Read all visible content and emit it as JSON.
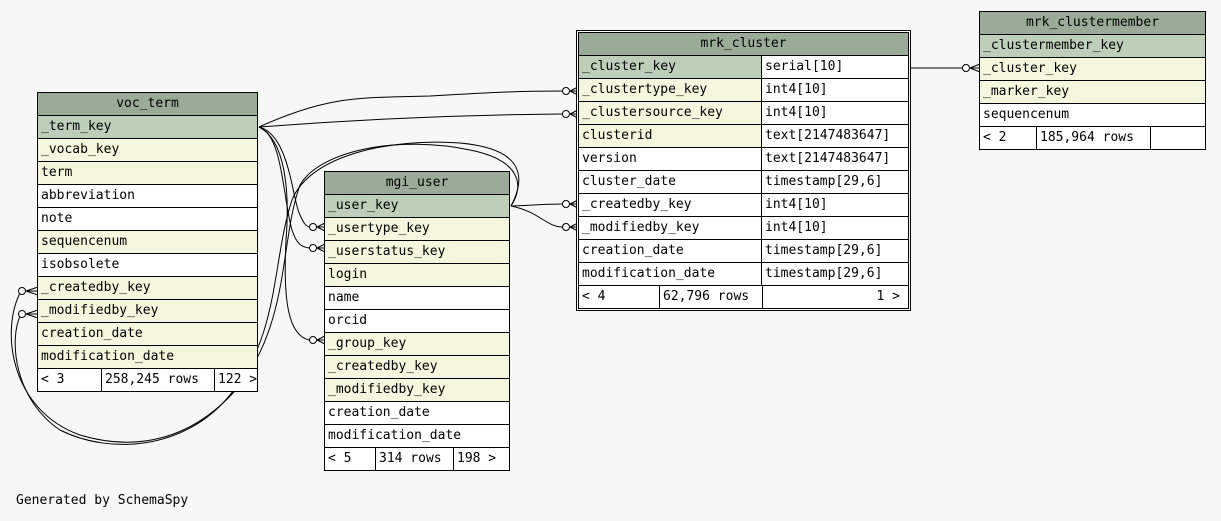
{
  "generated_by": "Generated by SchemaSpy",
  "tables": {
    "voc_term": {
      "name": "voc_term",
      "columns": [
        {
          "name": "_term_key",
          "kind": "pk"
        },
        {
          "name": "_vocab_key",
          "kind": "fk"
        },
        {
          "name": "term",
          "kind": "fk"
        },
        {
          "name": "abbreviation",
          "kind": "plain"
        },
        {
          "name": "note",
          "kind": "plain"
        },
        {
          "name": "sequencenum",
          "kind": "fk"
        },
        {
          "name": "isobsolete",
          "kind": "plain"
        },
        {
          "name": "_createdby_key",
          "kind": "fk"
        },
        {
          "name": "_modifiedby_key",
          "kind": "fk"
        },
        {
          "name": "creation_date",
          "kind": "fk"
        },
        {
          "name": "modification_date",
          "kind": "fk"
        }
      ],
      "footer": {
        "parents": "< 3",
        "rows": "258,245 rows",
        "children": "122 >"
      }
    },
    "mgi_user": {
      "name": "mgi_user",
      "columns": [
        {
          "name": "_user_key",
          "kind": "pk"
        },
        {
          "name": "_usertype_key",
          "kind": "fk"
        },
        {
          "name": "_userstatus_key",
          "kind": "fk"
        },
        {
          "name": "login",
          "kind": "fk"
        },
        {
          "name": "name",
          "kind": "plain"
        },
        {
          "name": "orcid",
          "kind": "plain"
        },
        {
          "name": "_group_key",
          "kind": "fk"
        },
        {
          "name": "_createdby_key",
          "kind": "fk"
        },
        {
          "name": "_modifiedby_key",
          "kind": "fk"
        },
        {
          "name": "creation_date",
          "kind": "plain"
        },
        {
          "name": "modification_date",
          "kind": "plain"
        }
      ],
      "footer": {
        "parents": "< 5",
        "rows": "314 rows",
        "children": "198 >"
      }
    },
    "mrk_cluster": {
      "name": "mrk_cluster",
      "columns": [
        {
          "name": "_cluster_key",
          "type": "serial[10]",
          "kind": "pk"
        },
        {
          "name": "_clustertype_key",
          "type": "int4[10]",
          "kind": "fk"
        },
        {
          "name": "_clustersource_key",
          "type": "int4[10]",
          "kind": "fk"
        },
        {
          "name": "clusterid",
          "type": "text[2147483647]",
          "kind": "fk"
        },
        {
          "name": "version",
          "type": "text[2147483647]",
          "kind": "plain"
        },
        {
          "name": "cluster_date",
          "type": "timestamp[29,6]",
          "kind": "plain"
        },
        {
          "name": "_createdby_key",
          "type": "int4[10]",
          "kind": "plain"
        },
        {
          "name": "_modifiedby_key",
          "type": "int4[10]",
          "kind": "plain"
        },
        {
          "name": "creation_date",
          "type": "timestamp[29,6]",
          "kind": "plain"
        },
        {
          "name": "modification_date",
          "type": "timestamp[29,6]",
          "kind": "plain"
        }
      ],
      "footer": {
        "parents": "< 4",
        "rows": "62,796 rows",
        "children": "1 >"
      }
    },
    "mrk_clustermember": {
      "name": "mrk_clustermember",
      "columns": [
        {
          "name": "_clustermember_key",
          "kind": "pk"
        },
        {
          "name": "_cluster_key",
          "kind": "fk"
        },
        {
          "name": "_marker_key",
          "kind": "fk"
        },
        {
          "name": "sequencenum",
          "kind": "plain"
        }
      ],
      "footer": {
        "parents": "< 2",
        "rows": "185,964 rows",
        "children": ""
      }
    }
  }
}
